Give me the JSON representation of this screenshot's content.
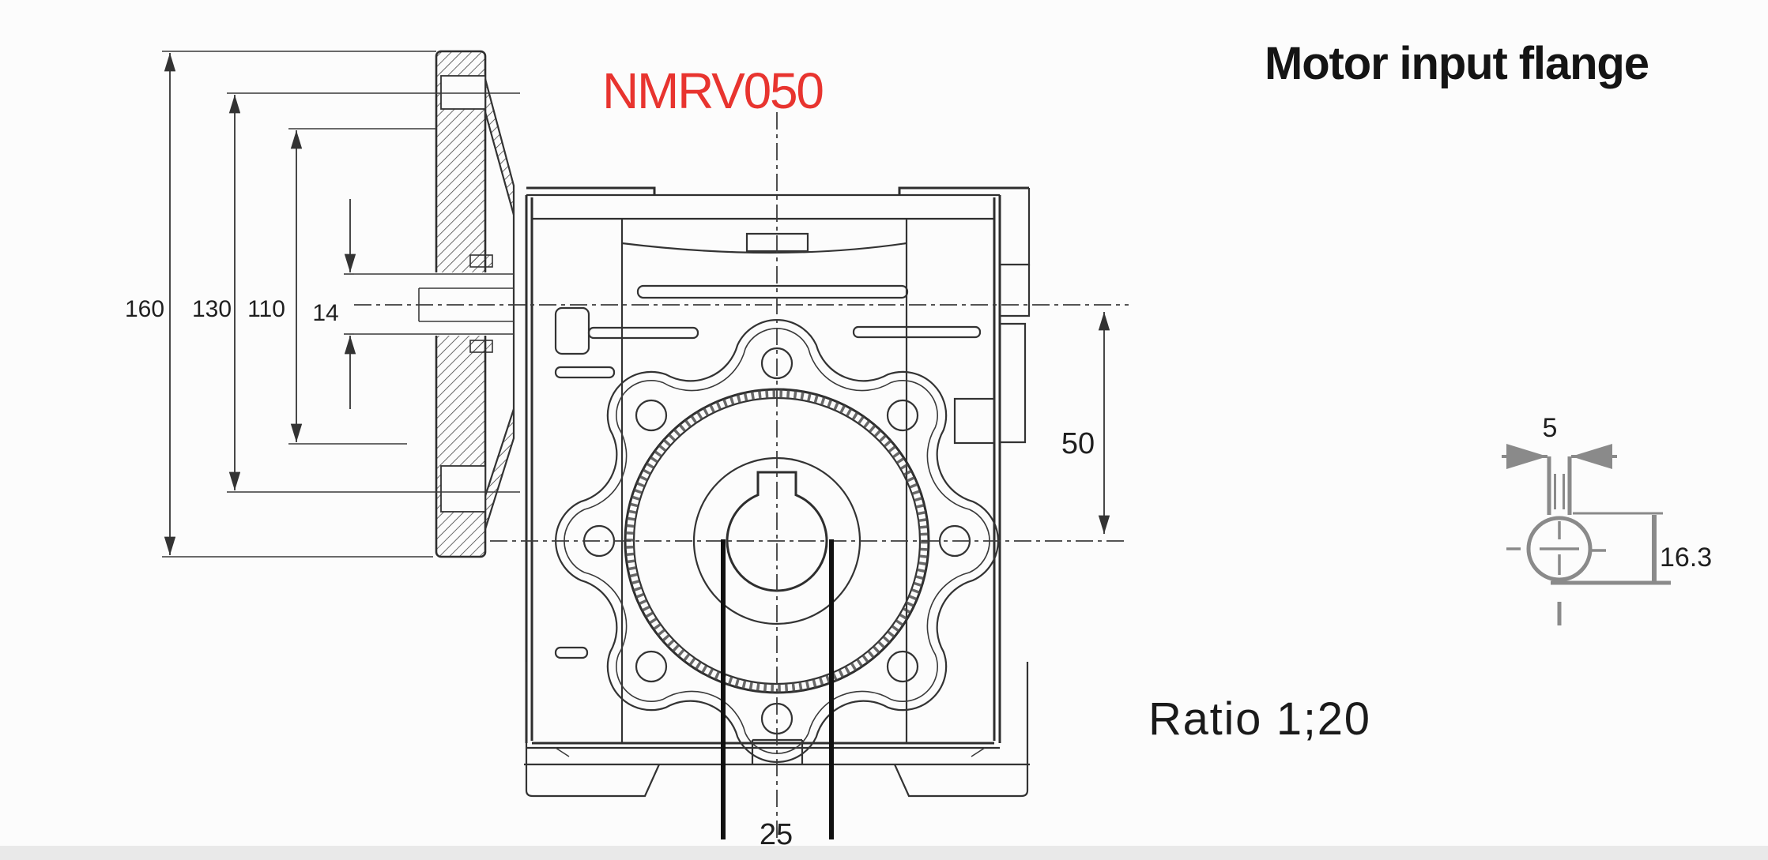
{
  "page": {
    "background": "#fcfcfc",
    "footer_strip_color": "#e9e9e9"
  },
  "title": {
    "model": "NMRV050",
    "model_color": "#e8342f",
    "heading": "Motor input flange",
    "ratio": "Ratio 1;20"
  },
  "dimensions": {
    "flange_outer_diameter": "160",
    "bolt_circle_diameter": "130",
    "spigot_diameter": "110",
    "input_bore_diameter": "14",
    "center_height": "50",
    "output_bore_diameter": "25",
    "keyway_width": "5",
    "keyway_depth": "16.3"
  },
  "drawing": {
    "line_color": "#333333",
    "detail_line_color": "#8a8a8a",
    "views": [
      "input-flange-section",
      "gearbox-front-view",
      "output-shaft-key-detail"
    ]
  }
}
